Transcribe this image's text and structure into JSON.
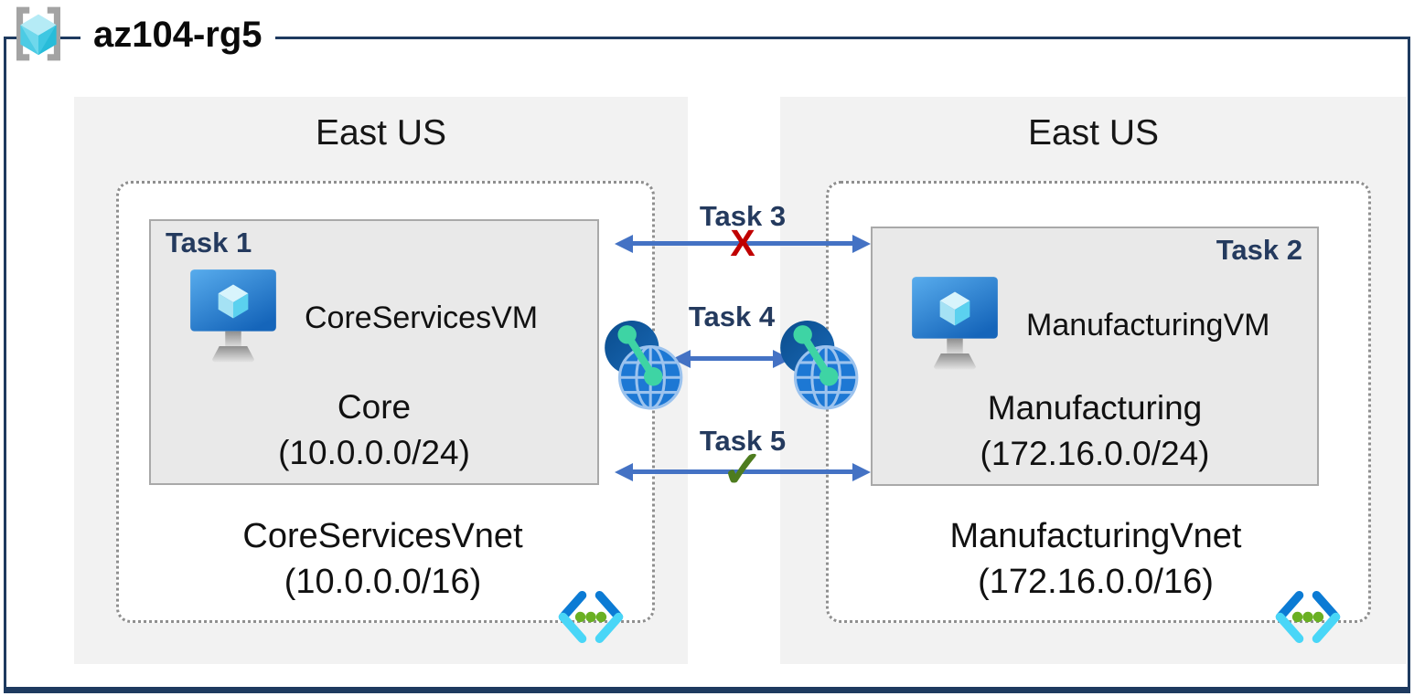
{
  "resource_group": {
    "name": "az104-rg5",
    "icon": "resource-group-icon"
  },
  "regions": {
    "left": {
      "label": "East US"
    },
    "right": {
      "label": "East US"
    }
  },
  "vnets": {
    "left": {
      "task": "Task 1",
      "vm_name": "CoreServicesVM",
      "subnet_name": "Core",
      "subnet_cidr": "(10.0.0.0/24)",
      "vnet_name": "CoreServicesVnet",
      "vnet_cidr": "(10.0.0.0/16)"
    },
    "right": {
      "task": "Task 2",
      "vm_name": "ManufacturingVM",
      "subnet_name": "Manufacturing",
      "subnet_cidr": "(172.16.0.0/24)",
      "vnet_name": "ManufacturingVnet",
      "vnet_cidr": "(172.16.0.0/16)"
    }
  },
  "connections": {
    "task3": {
      "label": "Task 3",
      "marker": "X",
      "status": "blocked"
    },
    "task4": {
      "label": "Task 4",
      "status": "peering"
    },
    "task5": {
      "label": "Task 5",
      "marker": "✓",
      "status": "allowed"
    }
  },
  "icons": {
    "vm": "virtual-machine-icon",
    "vnet": "virtual-network-icon",
    "peering": "vnet-peering-icon"
  },
  "colors": {
    "frame_navy": "#1e3a5f",
    "region_bg": "#f2f2f2",
    "subnet_bg": "#e9e9e9",
    "arrow_blue": "#4472c4",
    "blocked_red": "#c00000",
    "allowed_green": "#4e7c1f",
    "task_label_navy": "#243a5e"
  }
}
